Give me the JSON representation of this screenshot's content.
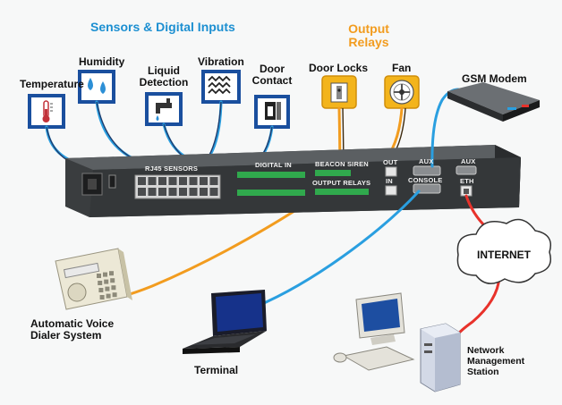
{
  "groups": {
    "sensors_title": "Sensors & Digital Inputs",
    "relays_title_line1": "Output",
    "relays_title_line2": "Relays"
  },
  "sensors": [
    {
      "id": "temperature",
      "label": "Temperature",
      "icon": "thermometer-icon"
    },
    {
      "id": "humidity",
      "label": "Humidity",
      "icon": "water-drops-icon"
    },
    {
      "id": "liquid",
      "label_line1": "Liquid",
      "label_line2": "Detection",
      "icon": "faucet-icon"
    },
    {
      "id": "vibration",
      "label": "Vibration",
      "icon": "wave-icon"
    },
    {
      "id": "door",
      "label_line1": "Door",
      "label_line2": "Contact",
      "icon": "door-magnet-icon"
    }
  ],
  "relays": [
    {
      "id": "door-locks",
      "label": "Door Locks",
      "icon": "lock-icon"
    },
    {
      "id": "fan",
      "label": "Fan",
      "icon": "fan-icon"
    }
  ],
  "device_panel": {
    "rj45": "RJ45 SENSORS",
    "digital_in": "DIGITAL IN",
    "beacon_siren": "BEACON SIREN",
    "out": "OUT",
    "in": "IN",
    "output_relays": "OUTPUT RELAYS",
    "aux_left": "AUX",
    "aux_right": "AUX",
    "console": "CONSOLE",
    "eth": "ETH"
  },
  "peripherals": {
    "gsm": "GSM Modem",
    "dialer_line1": "Automatic Voice",
    "dialer_line2": "Dialer System",
    "terminal": "Terminal",
    "internet": "INTERNET",
    "nms_line1": "Network",
    "nms_line2": "Management",
    "nms_line3": "Station"
  },
  "colors": {
    "sensor_cable": "#2a9fe0",
    "relay_cable": "#f29c1f",
    "internet_cable": "#e8322b",
    "sensor_box": "#1a4f9e",
    "relay_box": "#f3b41b"
  }
}
